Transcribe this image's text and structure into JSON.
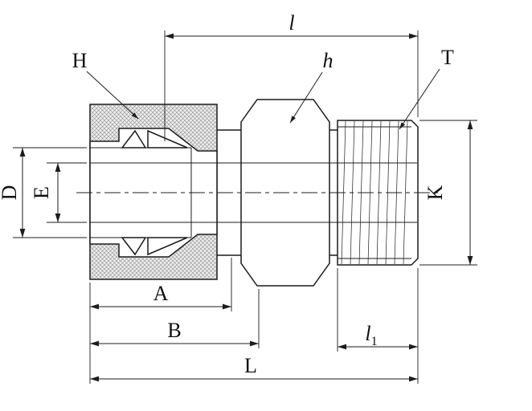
{
  "labels": {
    "length_l": "l",
    "nut_H": "H",
    "hex_h": "h",
    "thread_T": "T",
    "tube_od_D": "D",
    "bore_E": "E",
    "thread_od_K": "K",
    "dim_A": "A",
    "dim_B": "B",
    "dim_l1_base": "l",
    "dim_l1_sub": "1",
    "overall_L": "L"
  },
  "colors": {
    "background": "#ffffff",
    "line": "#1c1c1c",
    "nut_fill": "#ededed",
    "hatch_line": "#909090"
  }
}
